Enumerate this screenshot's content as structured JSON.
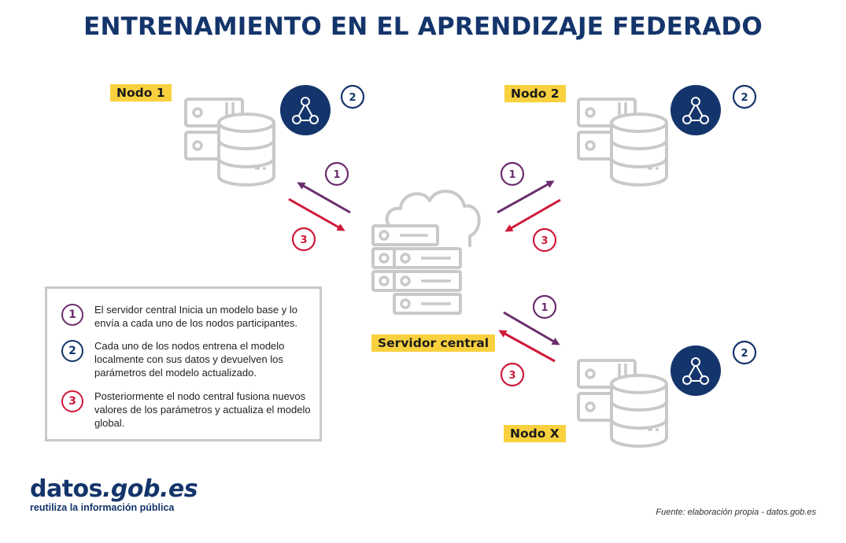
{
  "title": "ENTRENAMIENTO EN EL APRENDIZAJE FEDERADO",
  "nodes": {
    "node1": "Nodo 1",
    "node2": "Nodo 2",
    "nodeX": "Nodo X",
    "server": "Servidor central"
  },
  "steps": {
    "n1": "1",
    "n2": "2",
    "n3": "3"
  },
  "legend": [
    {
      "num": "1",
      "text": "El servidor central Inicia un modelo base y lo envía a cada uno de los nodos participantes."
    },
    {
      "num": "2",
      "text": "Cada uno de los nodos entrena el modelo localmente con sus datos y devuelven los parámetros del modelo actualizado."
    },
    {
      "num": "3",
      "text": "Posteriormente el nodo central fusiona nuevos valores de los parámetros y actualiza el modelo global."
    }
  ],
  "logo": {
    "part1": "datos",
    "part2": ".gob",
    "part3": ".es",
    "tagline": "reutiliza la información pública"
  },
  "source": "Fuente: elaboración propia - datos.gob.es",
  "colors": {
    "navy": "#14356b",
    "purple": "#6b2d6e",
    "red": "#d01a3a",
    "yellow": "#f9d13e",
    "gray": "#c9c9c9"
  }
}
